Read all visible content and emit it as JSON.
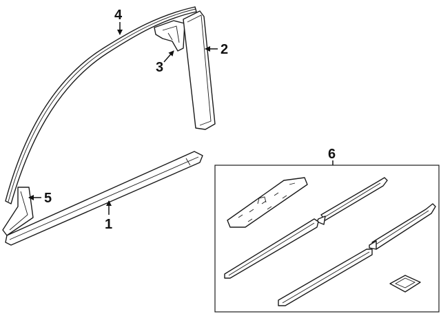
{
  "diagram": {
    "callouts": {
      "c1": "1",
      "c2": "2",
      "c3": "3",
      "c4": "4",
      "c5": "5",
      "c6": "6"
    },
    "colors": {
      "line": "#1a1a1a",
      "background": "#ffffff"
    }
  }
}
